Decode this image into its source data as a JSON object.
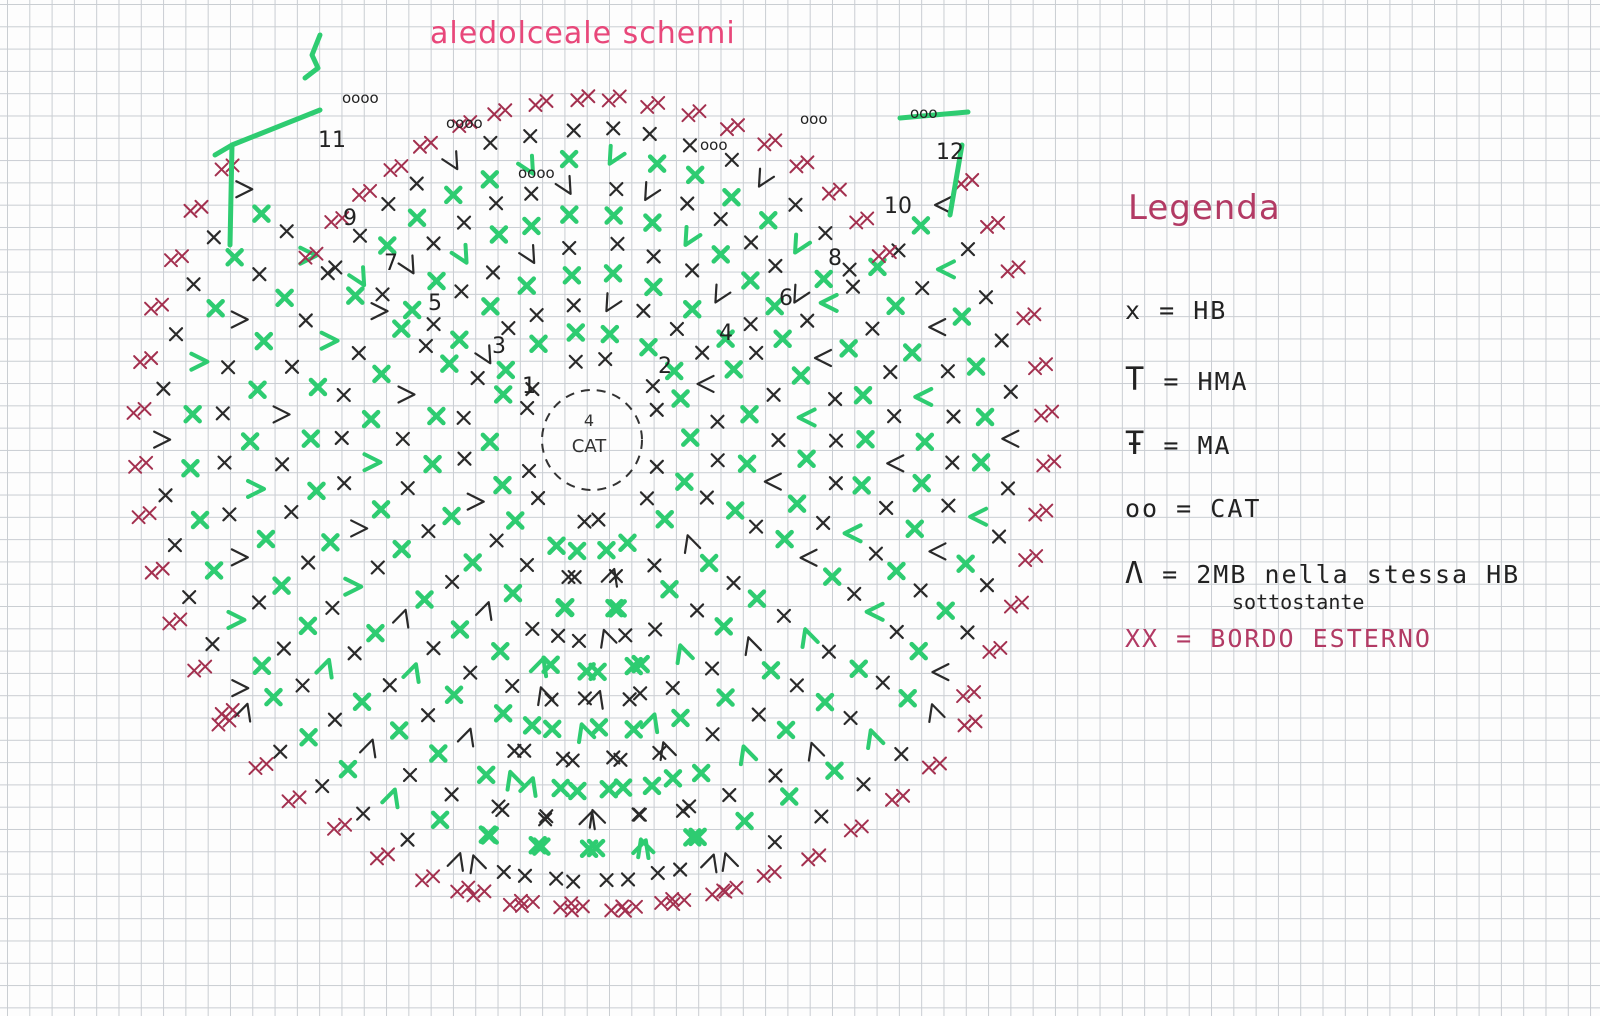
{
  "title": "aledolceale schemi",
  "legend": {
    "title": "Legenda",
    "items": [
      {
        "symbol": "x",
        "eq": "=",
        "meaning": "HB"
      },
      {
        "symbol": "T",
        "eq": "=",
        "meaning": "HMA"
      },
      {
        "symbol": "Ŧ",
        "eq": "=",
        "meaning": "MA"
      },
      {
        "symbol": "oo",
        "eq": "=",
        "meaning": "CAT"
      },
      {
        "symbol": "Λ",
        "eq": "=",
        "meaning": "2MB nella stessa HB"
      },
      {
        "symbol": "XX",
        "eq": "=",
        "meaning": "BORDO ESTERNO"
      }
    ],
    "note": "sottostante"
  },
  "center": {
    "ring_count": "4",
    "ring_label": "CAT"
  },
  "round_numbers": [
    "1",
    "2",
    "3",
    "4",
    "5",
    "6",
    "7",
    "8",
    "9",
    "10",
    "11",
    "12"
  ],
  "chain_labels": [
    "oooo",
    "oooo",
    "oooo",
    "ooo",
    "ooo",
    "ooo"
  ],
  "colors": {
    "black_stitch": "#2a2a2a",
    "green_stitch": "#2ecc71",
    "border_stitch": "#a3304f",
    "title_pink": "#e8477a",
    "legend_red": "#b23a64"
  }
}
